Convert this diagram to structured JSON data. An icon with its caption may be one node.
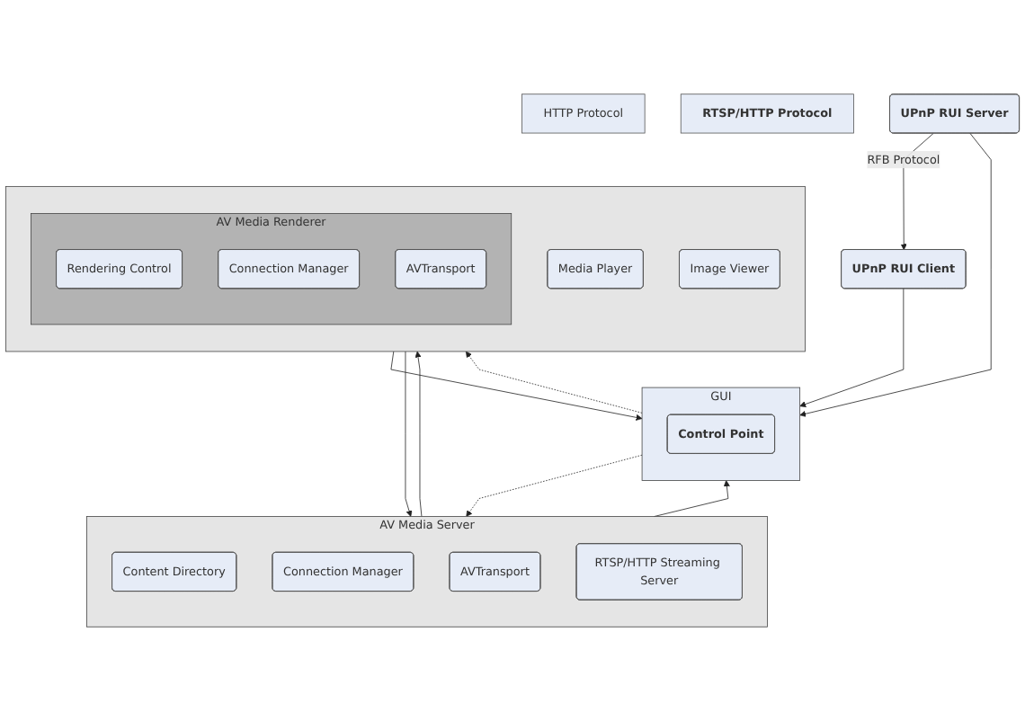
{
  "diagram": {
    "nodes": [
      {
        "text": [
          "GUI"
        ]
      },
      {
        "text": [
          "Control Point"
        ],
        "in": 0
      },
      {
        "text": [
          "AV Media Server"
        ]
      },
      {
        "text": [
          "Content Directory"
        ],
        "in": 2
      },
      {
        "text": [
          "Connection Manager"
        ],
        "in": 2
      },
      {
        "text": [
          "AVTransport"
        ],
        "in": 2
      },
      {
        "text": [
          "RTSP/HTTP Streaming Server"
        ],
        "in": 2
      },
      {
        "text": [
          "HTTP Protocol"
        ]
      },
      {
        "text": [
          "RTSP/HTTP Protocol"
        ]
      },
      {
        "text": [],
        "shape": "box"
      },
      {
        "text": [
          "AV Media Renderer"
        ],
        "in": 9
      },
      {
        "text": [
          "Rendering Control"
        ],
        "in": 10
      },
      {
        "text": [
          "Connection Manager"
        ],
        "in": 10
      },
      {
        "text": [
          "AVTransport"
        ],
        "in": 10
      },
      {
        "text": [
          "Media Player"
        ],
        "in": 9
      },
      {
        "text": [
          "Image Viewer"
        ],
        "in": 9
      },
      {
        "text": [
          "UPnP RUI Server"
        ]
      },
      {
        "text": [
          "UPnP RUI Client"
        ]
      }
    ],
    "edges": [
      {
        "from": 2,
        "to": 0,
        "arrow": "to"
      },
      {
        "from": 0,
        "to": 2,
        "arrow": "to",
        "style": "dashed"
      },
      {
        "from": 9,
        "to": 0,
        "arrow": "to"
      },
      {
        "from": 0,
        "to": 9,
        "arrow": "to",
        "style": "dashed"
      },
      {
        "from": 9,
        "to": 2,
        "arrow": "to"
      },
      {
        "from": 2,
        "to": 9,
        "arrow": "to"
      },
      {
        "from": 16,
        "to": 0,
        "arrow": "to"
      },
      {
        "from": 17,
        "to": 0,
        "arrow": "to"
      },
      {
        "from": 16,
        "to": 17,
        "arrow": "to",
        "label": "RFB Protocol"
      }
    ]
  }
}
